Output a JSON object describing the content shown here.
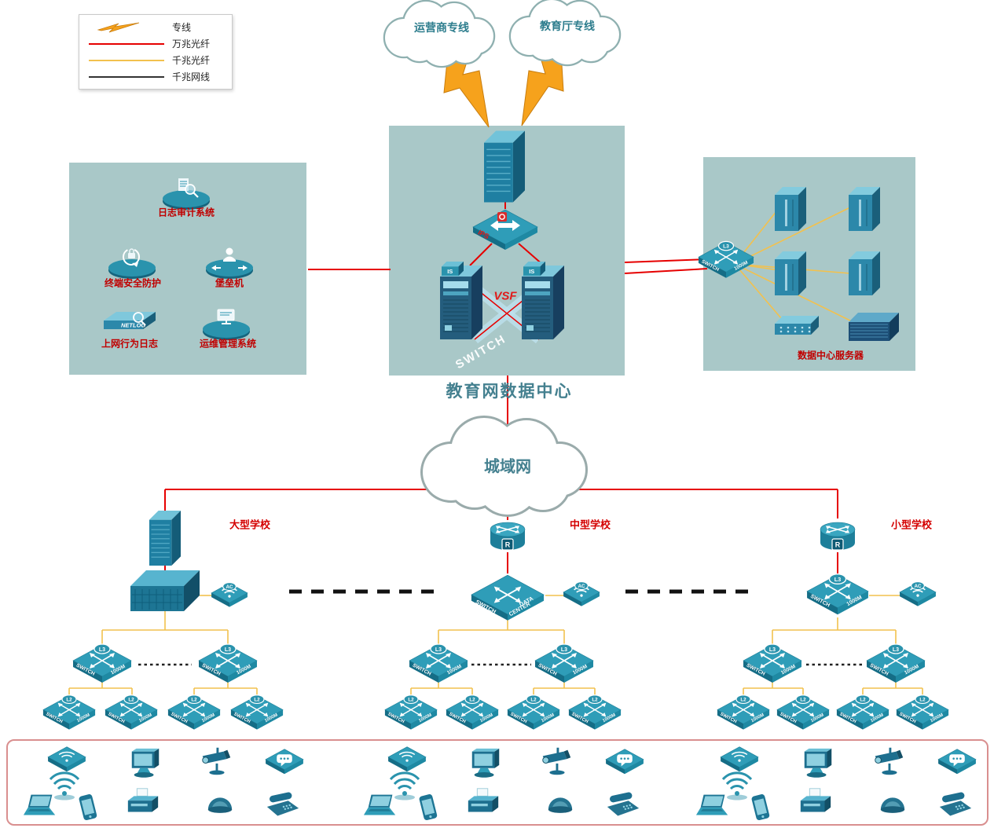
{
  "legend": {
    "items": [
      {
        "label": "专线",
        "style": "lightning"
      },
      {
        "label": "万兆光纤",
        "style": "red-line",
        "color": "#e60000"
      },
      {
        "label": "千兆光纤",
        "style": "yellow-line",
        "color": "#f2c14e"
      },
      {
        "label": "千兆网线",
        "style": "black-line",
        "color": "#333333"
      }
    ]
  },
  "clouds": {
    "carrier": "运营商专线",
    "education": "教育厅专线",
    "metro": "城域网"
  },
  "datacenter": {
    "title": "教育网数据中心",
    "ips_label": "IPS",
    "vsf_label": "VSF",
    "switch_watermark": "SWITCH",
    "server_chip": "IS"
  },
  "security_zone": {
    "log_audit": "日志审计系统",
    "terminal_security": "终端安全防护",
    "bastion": "堡垒机",
    "net_log": "上网行为日志",
    "netlog_device": "NETLOG",
    "ops_mgmt": "运维管理系统"
  },
  "server_zone": {
    "title": "数据中心服务器",
    "switch_badge": "L3",
    "switch_left": "SWITCH",
    "switch_right": "1000M"
  },
  "schools": {
    "large": "大型学校",
    "medium": "中型学校",
    "small": "小型学校"
  },
  "devices": {
    "l3_badge": "L3",
    "l2_badge": "L2",
    "switch_left": "SWITCH",
    "switch_right": "1000M",
    "router_badge": "R",
    "ac_badge": "AC",
    "datacenter_switch_left": "SWITCH",
    "datacenter_switch_right1": "DATA",
    "datacenter_switch_right2": "CENTER"
  },
  "colors": {
    "red_line": "#e60000",
    "yellow_line": "#f2c14e",
    "black_line": "#222222",
    "zone_bg": "#a9c8c8",
    "device_teal": "#2a93ad",
    "label_red": "#c00000",
    "title_teal": "#44808f",
    "lightning_orange": "#f6a21c"
  }
}
